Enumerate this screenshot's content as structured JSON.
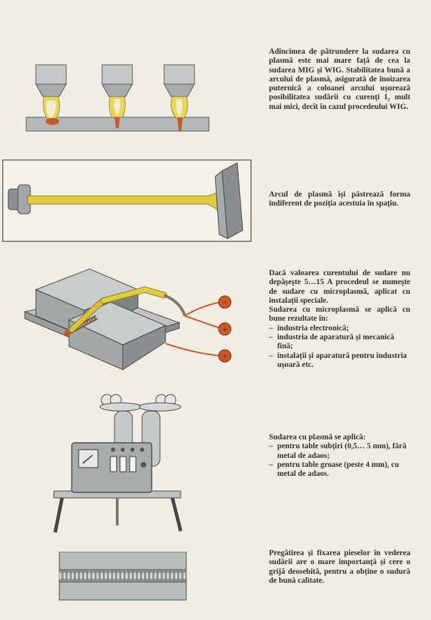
{
  "sections": [
    {
      "figure": "nozzle-penetration-icon",
      "paragraphs": [
        "Adîncimea de pătrundere la sudarea cu plasmă este mai mare față de cea la sudarea MIG și WIG. Stabilitatea bună a arcului de plasmă, asigurată de înoizarea puternică a coloanei arcului ușurează posibilitatea sudării cu curenți I₂ mult mai mici, decît în cazul procedeului WIG."
      ]
    },
    {
      "figure": "plasma-arc-icon",
      "paragraphs": [
        "Arcul de plasmă își păstrează forma indiferent de poziția acestuia în spațiu."
      ]
    },
    {
      "figure": "microplasma-torch-icon",
      "paragraphs": [
        "Dacă valoarea curentului de sudare nu depășește 5…15 A procedeul se numește de sudare cu microplasmă, aplicat cu instalații speciale.",
        "Sudarea cu microplasmă se aplică cu bune rezultate în:"
      ],
      "list": [
        "industria electronică;",
        "industria de aparatură și mecanică fină;",
        "instalații și aparatură pentru industria ușoară etc."
      ]
    },
    {
      "figure": "welding-equipment-icon",
      "paragraphs": [
        "Sudarea cu plasmă se aplică:"
      ],
      "list": [
        "pentru table subțiri (0,5… 5 mm), fără metal de adaos;",
        "pentru table groase (peste 4 mm), cu metal de adaos."
      ]
    },
    {
      "figure": "weld-seam-icon",
      "paragraphs": [
        "Pregătirea și fixarea pieselor în vederea sudării are o mare importanță și cere o grijă deosebită, pentru a obține o sudură de bună calitate."
      ]
    }
  ],
  "colors": {
    "background": "#f1ede2",
    "plasma": "#e0cc3e",
    "weld": "#c9582a",
    "steel": "#b9bdbd",
    "dark_steel": "#7a7e80"
  }
}
